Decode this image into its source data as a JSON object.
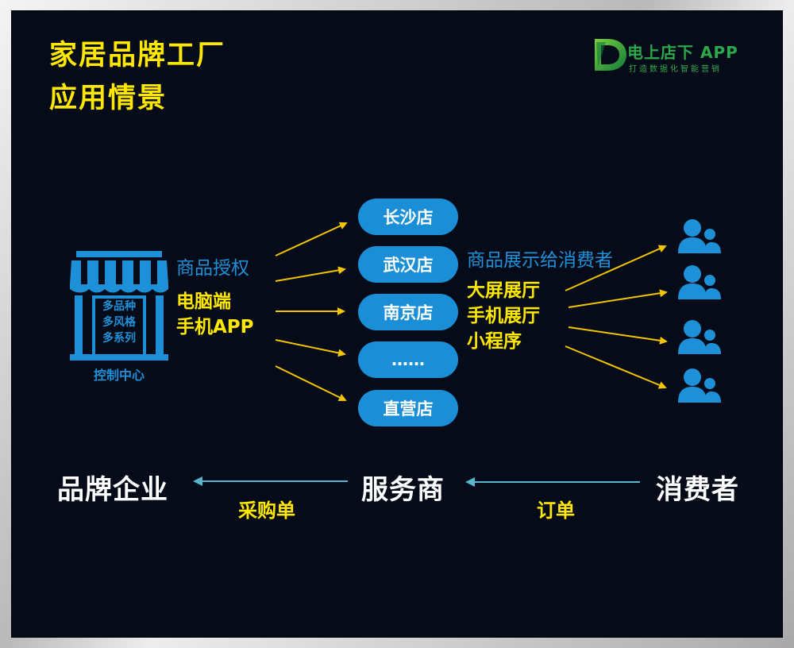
{
  "title": {
    "line1": "家居品牌工厂",
    "line2": "应用情景"
  },
  "logo": {
    "letter": "D",
    "name": "电上店下 APP",
    "tagline": "打造数据化智能营销"
  },
  "store": {
    "caption": "控制中心",
    "lines": [
      "多品种",
      "多风格",
      "多系列"
    ]
  },
  "left_labels": {
    "auth": "商品授权",
    "channel1": "电脑端",
    "channel2": "手机APP"
  },
  "stores": [
    "长沙店",
    "武汉店",
    "南京店",
    "……",
    "直营店"
  ],
  "right_labels": {
    "display": "商品展示给消费者",
    "channels": [
      "大屏展厅",
      "手机展厅",
      "小程序"
    ]
  },
  "bottom": {
    "brand": "品牌企业",
    "service": "服务商",
    "consumer": "消费者",
    "purchase": "采购单",
    "order": "订单"
  },
  "colors": {
    "yellow": "#ffe800",
    "blue": "#1e90d8",
    "arrow_yellow": "#f2c500",
    "arrow_cyan": "#58b6cf",
    "background": "#050b18"
  },
  "icons": {
    "store": "store-icon",
    "consumer": "people-icon"
  }
}
